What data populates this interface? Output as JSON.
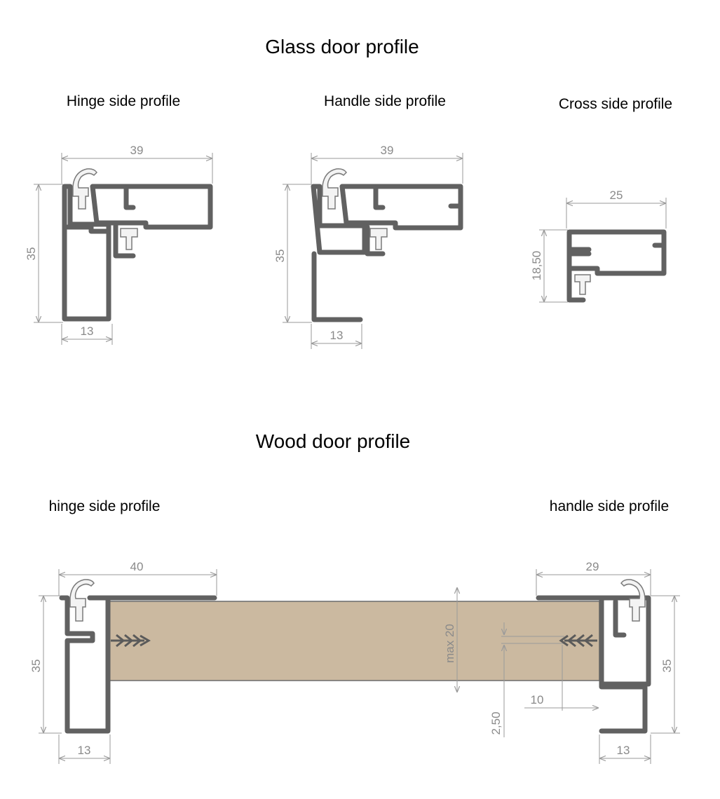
{
  "titles": {
    "glass": "Glass door profile",
    "wood": "Wood door profile"
  },
  "glass": {
    "hinge": {
      "label": "Hinge side profile",
      "width": "39",
      "height": "35",
      "bottom": "13"
    },
    "handle": {
      "label": "Handle side profile",
      "width": "39",
      "height": "35",
      "bottom": "13"
    },
    "cross": {
      "label": "Cross side profile",
      "width": "25",
      "height": "18,50"
    }
  },
  "wood": {
    "hinge": {
      "label": "hinge side profile",
      "width": "40",
      "height": "35",
      "bottom": "13"
    },
    "handle": {
      "label": "handle side profile",
      "width": "29",
      "height": "35",
      "bottom": "13"
    },
    "panel": {
      "thickness": "max 20",
      "gap": "2,50",
      "screw_depth": "10"
    }
  },
  "colors": {
    "metal": "#616161",
    "wood": "#cbb9a0",
    "dimension": "#8a8a8a"
  }
}
